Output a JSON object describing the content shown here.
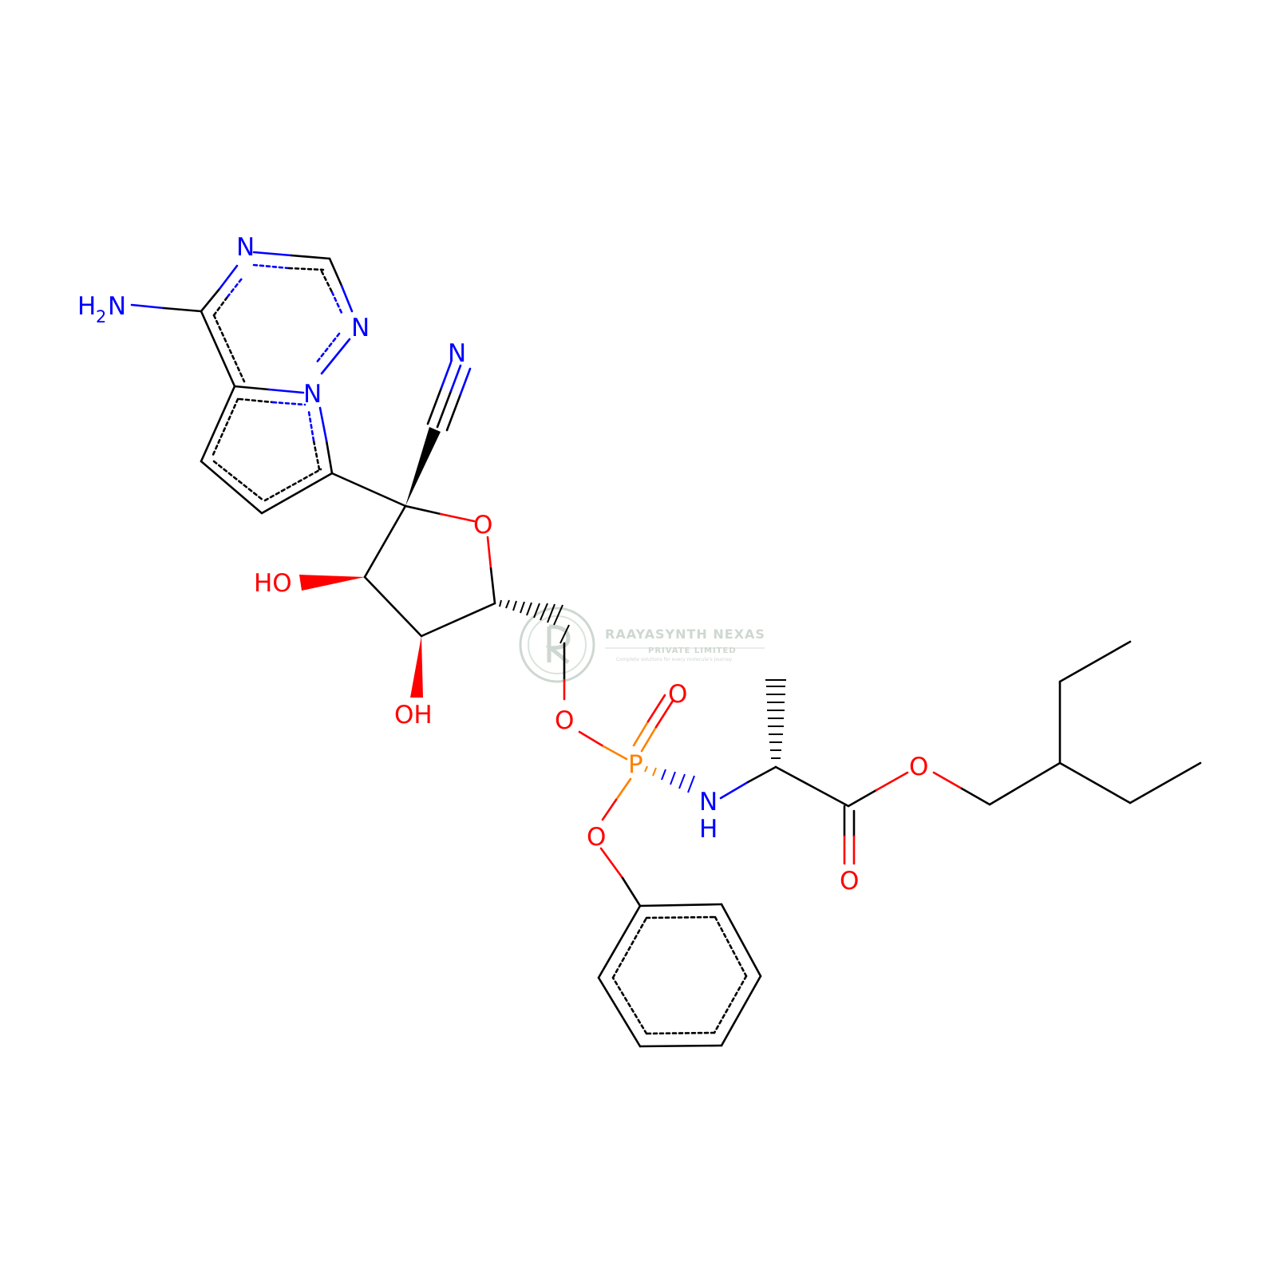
{
  "colors": {
    "carbon": "#000000",
    "nitrogen": "#0000ff",
    "oxygen": "#ff0000",
    "phosphorus": "#ff8000",
    "watermark": "#c9d3cc"
  },
  "labels": {
    "amine_h": "H",
    "amine_sub": "2",
    "amine_n": "N",
    "n_top": "N",
    "n_right": "N",
    "n_bridge": "N",
    "nitrile_n": "N",
    "ring_o": "O",
    "oh_left": "HO",
    "oh_bottom": "OH",
    "ester_o_link": "O",
    "p_double_o": "O",
    "phosphorus": "P",
    "phenoxy_o": "O",
    "nh_n": "N",
    "nh_h": "H",
    "ester_o_alkyl": "O",
    "carbonyl_o": "O"
  },
  "watermark": {
    "title": "RAAYASYNTH NEXAS",
    "subtitle": "PRIVATE LIMITED",
    "tagline": "Complete solutions for every molecule's journey"
  }
}
